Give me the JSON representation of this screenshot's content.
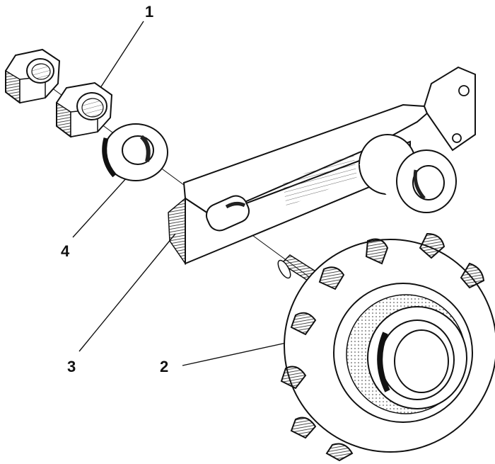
{
  "diagram": {
    "callouts": [
      {
        "id": "1",
        "label": "1"
      },
      {
        "id": "2",
        "label": "2"
      },
      {
        "id": "3",
        "label": "3"
      },
      {
        "id": "4",
        "label": "4"
      }
    ],
    "colors": {
      "ink": "#111111",
      "paper": "#ffffff",
      "hatch": "#333333"
    }
  }
}
